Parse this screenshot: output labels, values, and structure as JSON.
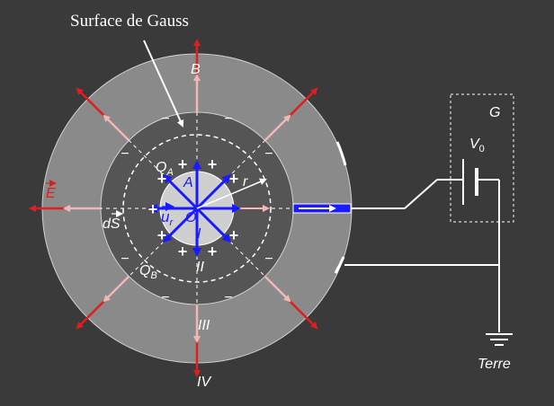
{
  "title": "Surface de Gauss",
  "regions": {
    "A": "A",
    "B": "B",
    "I": "I",
    "II": "II",
    "III": "III",
    "IV": "IV"
  },
  "labels": {
    "O": "O",
    "r": "r",
    "QA": "Q",
    "QA_sub": "A",
    "QB": "Q",
    "QB_sub": "B",
    "ur": "u",
    "ur_sub": "r",
    "E": "E",
    "dS": "dS",
    "G": "G",
    "V0": "V",
    "V0_sub": "0",
    "Terre": "Terre"
  },
  "charges": {
    "inner_sign": "+",
    "shell_sign": "−"
  },
  "colors": {
    "background": "#3a3a3a",
    "outer_conductor": "#8a8a8a",
    "gap": "#555555",
    "inner_sphere": "#cfcfcf",
    "field_red": "#e01e1e",
    "field_pink": "#f2b6b6",
    "unit_vector_blue": "#1a1aff",
    "wire": "#ffffff"
  }
}
